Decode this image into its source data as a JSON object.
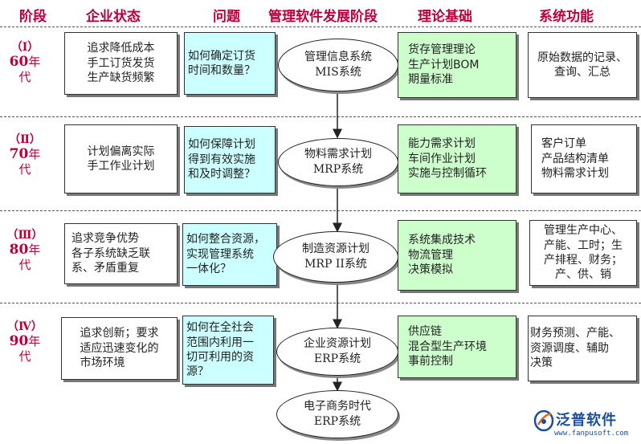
{
  "headers": {
    "stage": "阶段",
    "company": "企业状态",
    "problem": "问题",
    "software": "管理软件发展阶段",
    "theory": "理论基础",
    "function": "系统功能"
  },
  "rows": [
    {
      "roman": "（Ⅰ）",
      "decade": "60",
      "nian": "年",
      "dai": "代",
      "state": "追求降低成本\n手工订货发货\n生产缺货频繁",
      "question": "如何确定订货\n时间和数量？",
      "system": "管理信息系统\nMIS系统",
      "theory": "货存管理理论\n生产计划BOM\n期量标准",
      "function": "原始数据的记录、\n查询、汇总"
    },
    {
      "roman": "（Ⅱ）",
      "decade": "70",
      "nian": "年",
      "dai": "代",
      "state": "计划偏离实际\n手工作业计划",
      "question": "如何保障计划\n得到有效实施\n和及时调整？",
      "system": "物料需求计划\nMRP系统",
      "theory": "能力需求计划\n车间作业计划\n实施与控制循环",
      "function": "客户订单\n产品结构清单\n物料需求计划"
    },
    {
      "roman": "（Ⅲ）",
      "decade": "80",
      "nian": "年",
      "dai": "代",
      "state": "追求竞争优势\n各子系统缺乏联\n系、矛盾重复",
      "question": "如何整合资源，\n实现管理系统\n一体化？",
      "system": "制造资源计划\nMRP II系统",
      "theory": "系统集成技术\n物流管理\n决策模拟",
      "function": "管理生产中心、\n产能、工时；生\n产排程、财务；\n产、供、销"
    },
    {
      "roman": "（Ⅳ）",
      "decade": "90",
      "nian": "年",
      "dai": "代",
      "state": "追求创新；要求\n适应迅速变化的\n市场环境",
      "question": "如何在全社会\n范围内利用一\n切可利用的资\n源？",
      "system": "企业资源计划\nERP系统",
      "theory": "供应链\n混合型生产环境\n事前控制",
      "function": "财务预测、产能、\n资源调度、辅助\n决策"
    }
  ],
  "final_system": "电子商务时代\nERP系统",
  "logo": {
    "brand": "泛普软件",
    "url": "www.fanpusoft.com"
  },
  "colors": {
    "header": "#b8003c",
    "question_fill": "#ccffff",
    "theory_fill": "#ccffcc",
    "logo": "#1a4f9c"
  }
}
